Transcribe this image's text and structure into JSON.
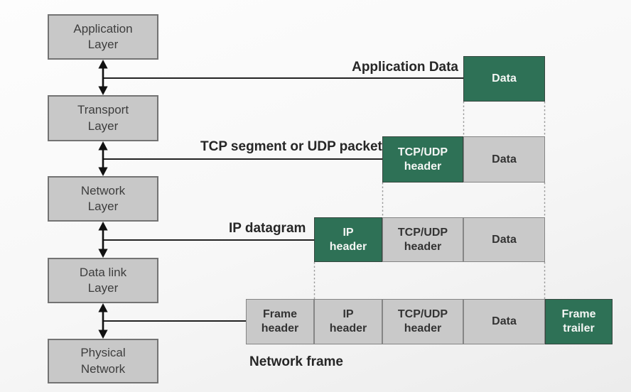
{
  "diagram": {
    "type": "network-encapsulation-diagram",
    "colors": {
      "header_green": "#2e7156",
      "box_gray": "#c9c9c9",
      "layer_box_gray": "#c8c8c8",
      "line_dark": "#222222",
      "dotted_gray": "#9a9a9a"
    },
    "layers": [
      {
        "label": "Application\nLayer"
      },
      {
        "label": "Transport\nLayer"
      },
      {
        "label": "Network\nLayer"
      },
      {
        "label": "Data link\nLayer"
      },
      {
        "label": "Physical\nNetwork"
      }
    ],
    "flow_labels": [
      {
        "label": "Application Data"
      },
      {
        "label": "TCP segment  or UDP packet"
      },
      {
        "label": "IP datagram"
      },
      {
        "label": "Network frame"
      }
    ],
    "rows": [
      {
        "cells": [
          {
            "label": "Data",
            "style": "green"
          }
        ]
      },
      {
        "cells": [
          {
            "label": "TCP/UDP\nheader",
            "style": "green"
          },
          {
            "label": "Data",
            "style": "gray"
          }
        ]
      },
      {
        "cells": [
          {
            "label": "IP\nheader",
            "style": "green"
          },
          {
            "label": "TCP/UDP\nheader",
            "style": "gray"
          },
          {
            "label": "Data",
            "style": "gray"
          }
        ]
      },
      {
        "cells": [
          {
            "label": "Frame\nheader",
            "style": "gray"
          },
          {
            "label": "IP\nheader",
            "style": "gray"
          },
          {
            "label": "TCP/UDP\nheader",
            "style": "gray"
          },
          {
            "label": "Data",
            "style": "gray"
          },
          {
            "label": "Frame\ntrailer",
            "style": "green"
          }
        ]
      }
    ]
  }
}
